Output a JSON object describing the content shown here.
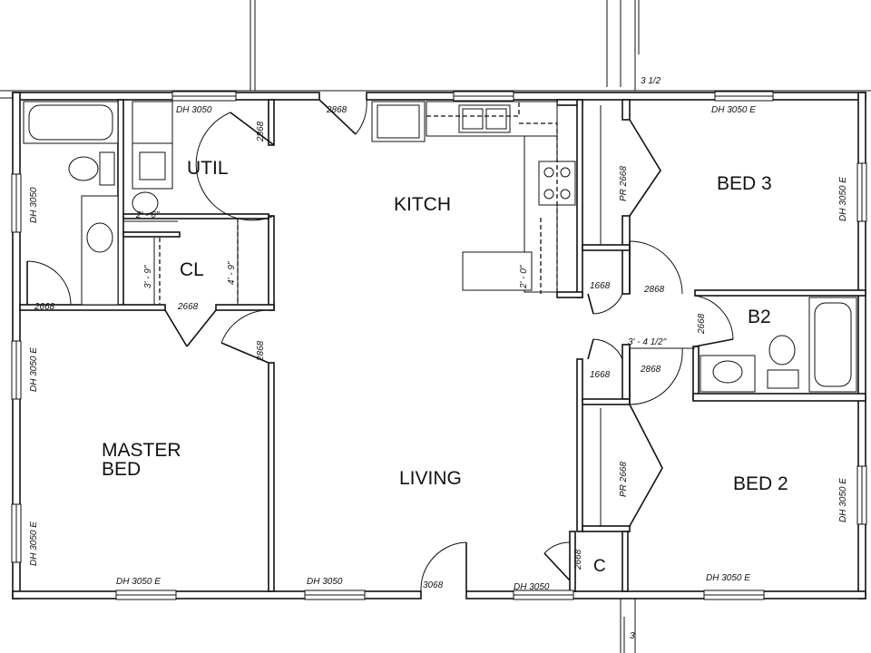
{
  "rooms": {
    "util": "UTIL",
    "cl": "CL",
    "kitch": "KITCH",
    "bed3": "BED 3",
    "b2": "B2",
    "master_line1": "MASTER",
    "master_line2": "BED",
    "living": "LIVING",
    "bed2": "BED 2",
    "c": "C"
  },
  "windows": {
    "util_top": "DH 3050",
    "bed3_top": "DH 3050 E",
    "bath_left": "DH 3050",
    "master_left_upper": "DH 3050 E",
    "master_left_lower": "DH 3050 E",
    "master_bottom": "DH 3050 E",
    "living_bottom": "DH 3050",
    "bed3_right": "DH 3050 E",
    "bed2_right": "DH 3050 E",
    "bed2_bottom": "DH 3050 E",
    "closet_bottom": "DH 3050"
  },
  "doors": {
    "util": "2868",
    "entry_top": "2868",
    "bath": "2668",
    "closet": "2668",
    "master": "2868",
    "bed3_closet": "PR 2668",
    "linen_upper": "1668",
    "bed3_door": "2868",
    "b2_door": "2668",
    "linen_lower": "1668",
    "bed2_door": "2868",
    "bed2_closet": "PR 2668",
    "c_door": "2668",
    "front": "3068"
  },
  "dims": {
    "util_width": "2' - 6\"",
    "cl_left": "3' - 9\"",
    "cl_right": "4' - 9\"",
    "bar": "2' - 0\"",
    "hall": "3' - 4 1/2\"",
    "top_right": "3  1/2",
    "bottom_right": "3"
  }
}
